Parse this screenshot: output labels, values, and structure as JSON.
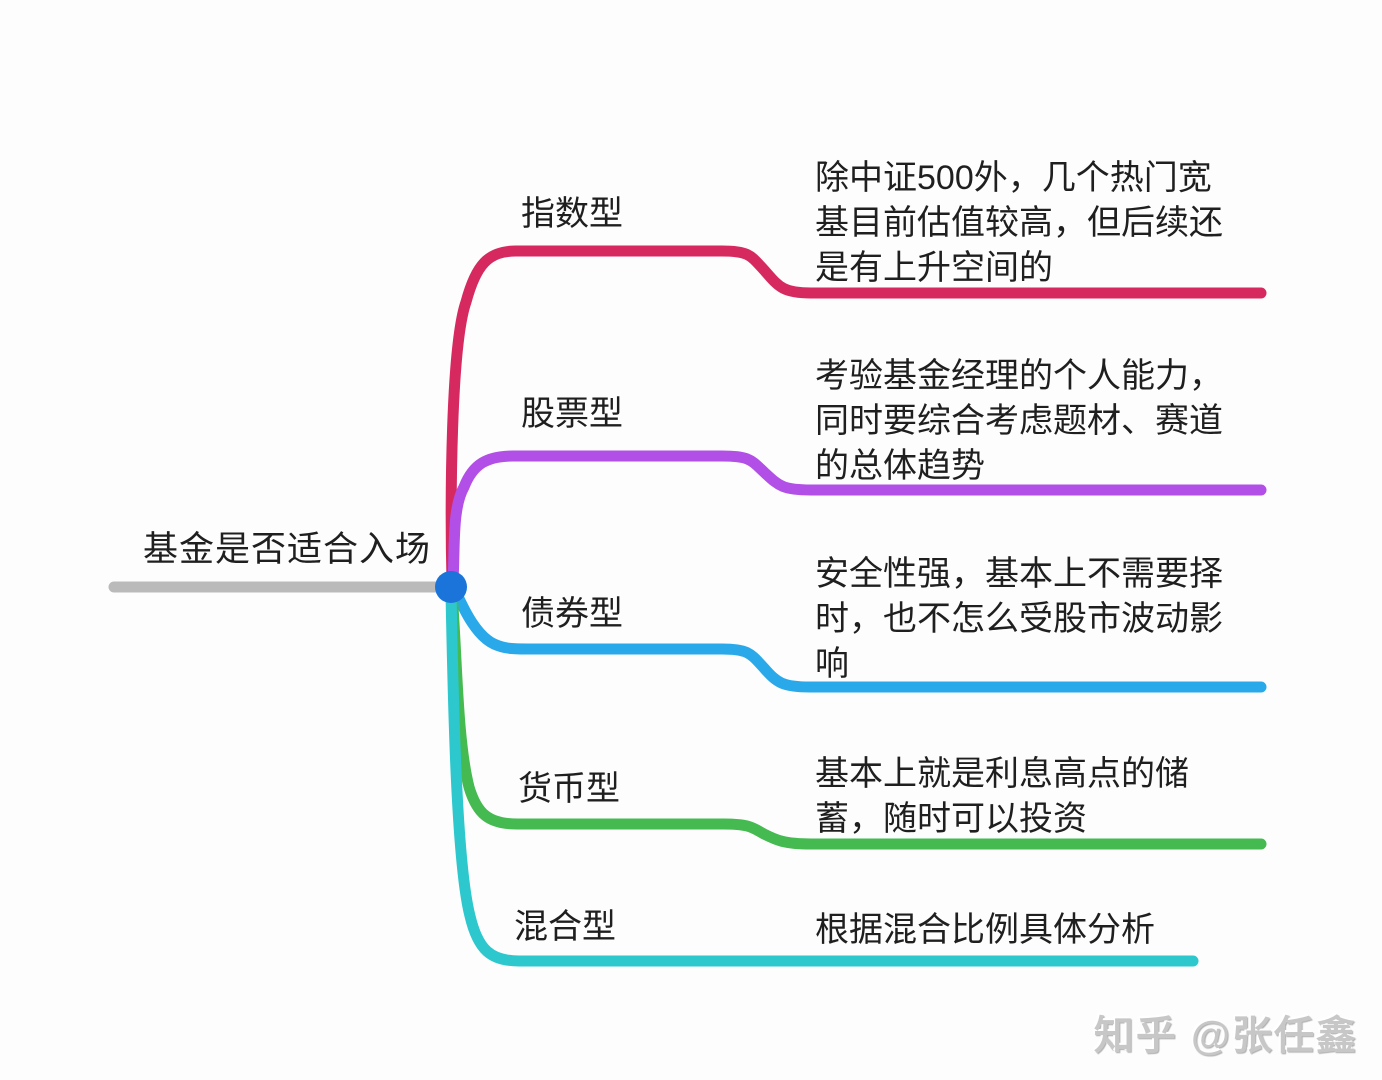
{
  "root": {
    "label": "基金是否适合入场",
    "line_color": "#bababa",
    "dot_color": "#1b74da"
  },
  "branches": [
    {
      "label": "指数型",
      "color": "#d62960",
      "description": "除中证500外，几个热门宽\n基目前估值较高，但后续还\n是有上升空间的"
    },
    {
      "label": "股票型",
      "color": "#b14fe6",
      "description": "考验基金经理的个人能力，\n同时要综合考虑题材、赛道\n的总体趋势"
    },
    {
      "label": "债券型",
      "color": "#29a9ea",
      "description": "安全性强，基本上不需要择\n时，也不怎么受股市波动影\n响"
    },
    {
      "label": "货币型",
      "color": "#44ba50",
      "description": "基本上就是利息高点的储\n蓄，随时可以投资"
    },
    {
      "label": "混合型",
      "color": "#2cc8cd",
      "description": "根据混合比例具体分析"
    }
  ],
  "watermark": {
    "text": "知乎 @张任鑫"
  }
}
